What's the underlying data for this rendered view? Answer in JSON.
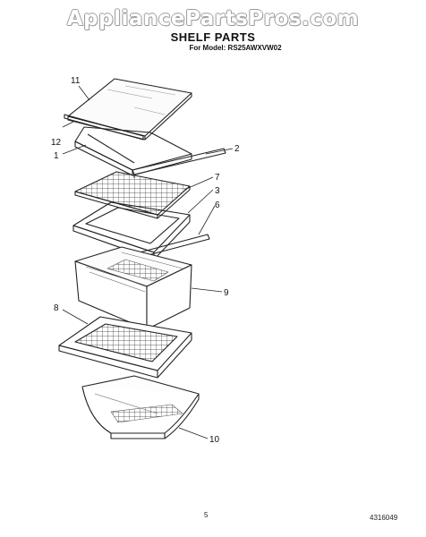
{
  "watermark": "AppliancePartsPros.com",
  "title": "SHELF PARTS",
  "subtitle": "For Model: RS25AWXVW02",
  "callouts": [
    "11",
    "12",
    "1",
    "2",
    "7",
    "3",
    "6",
    "9",
    "8",
    "10"
  ],
  "page_number": "5",
  "document_number": "4316049"
}
